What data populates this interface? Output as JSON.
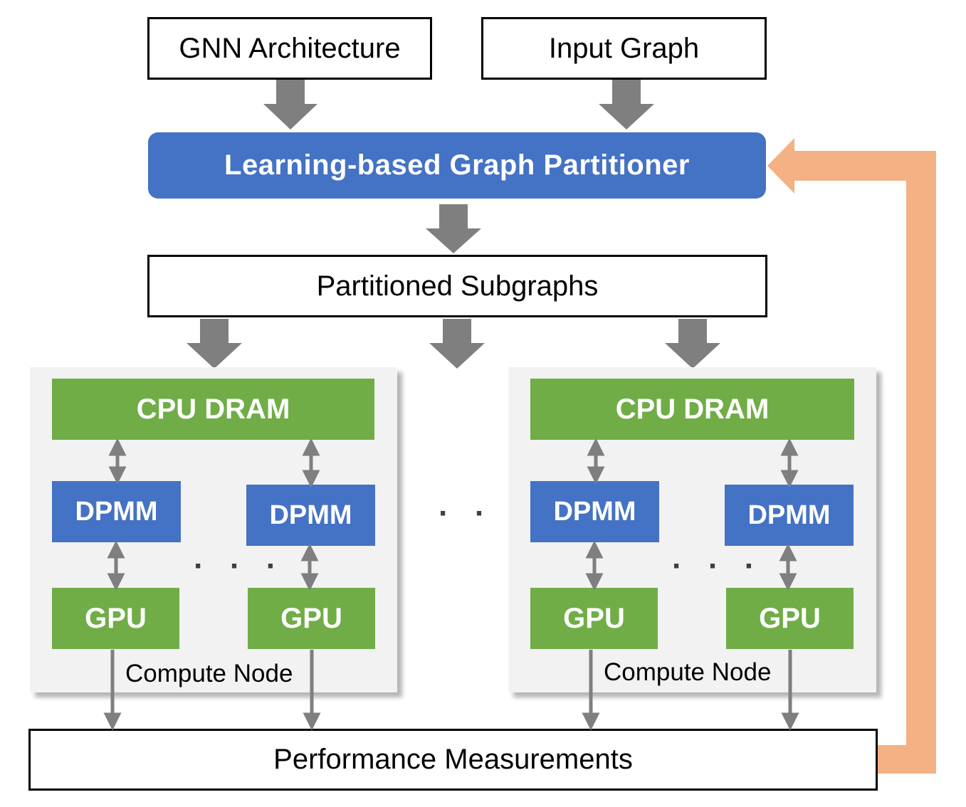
{
  "inputs": {
    "gnn_architecture": "GNN Architecture",
    "input_graph": "Input Graph"
  },
  "partitioner": {
    "label": "Learning-based Graph Partitioner"
  },
  "subgraphs": {
    "label": "Partitioned Subgraphs"
  },
  "compute_nodes": [
    {
      "label": "Compute Node",
      "dram": "CPU DRAM",
      "dpmm": [
        "DPMM",
        "DPMM"
      ],
      "gpu": [
        "GPU",
        "GPU"
      ],
      "ellipsis": "· · ·"
    },
    {
      "label": "Compute Node",
      "dram": "CPU DRAM",
      "dpmm": [
        "DPMM",
        "DPMM"
      ],
      "gpu": [
        "GPU",
        "GPU"
      ],
      "ellipsis": "· · ·"
    }
  ],
  "between_nodes_ellipsis": "· · ·",
  "performance": {
    "label": "Performance Measurements"
  },
  "colors": {
    "blue": "#4472c4",
    "green": "#70ad47",
    "arrow_gray": "#7f7f7f",
    "feedback_orange": "#f4b183",
    "node_panel": "#f2f2f2"
  }
}
